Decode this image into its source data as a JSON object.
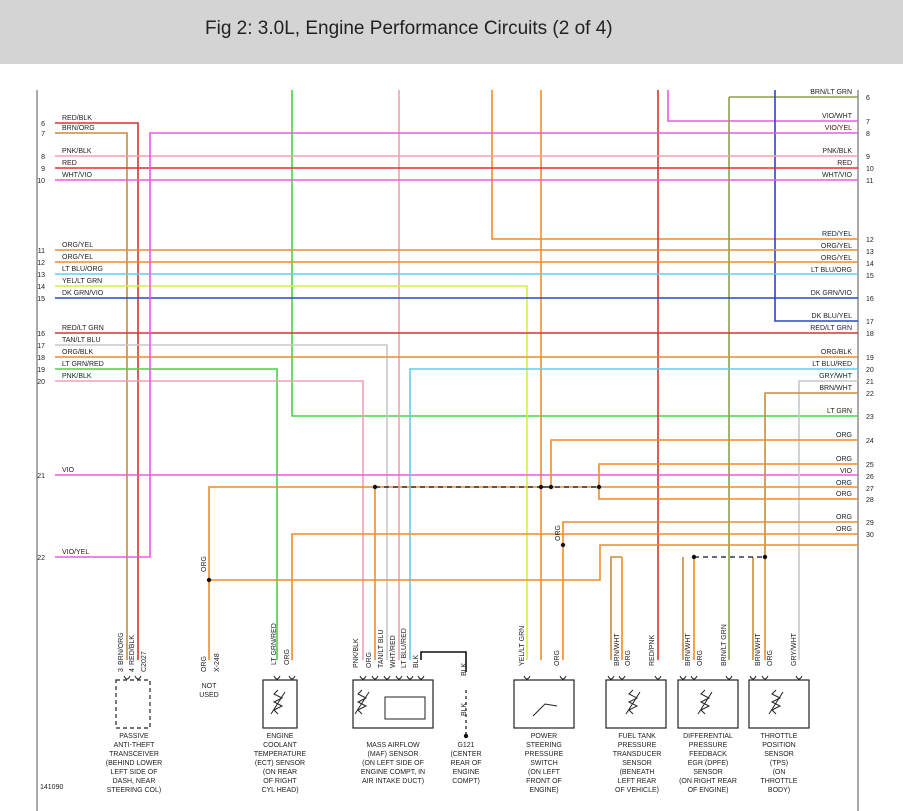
{
  "title": "Fig 2: 3.0L, Engine Performance Circuits (2 of 4)",
  "figure_id": "141090",
  "colors": {
    "title_bar": "#d4d4d4",
    "red": "#e03030",
    "orange": "#f08c28",
    "green": "#46d246",
    "magenta": "#e85ae0",
    "pink": "#f0a0b4",
    "light_blue": "#5ad2e6",
    "yellow_green": "#d2f046",
    "dark_blue": "#2a46c8",
    "brown": "#c88c3c",
    "olive": "#8ca050",
    "gray": "#c8c8c8",
    "black": "#111111"
  },
  "left_circuits": [
    {
      "num": "6",
      "label": "RED/BLK",
      "color": "red"
    },
    {
      "num": "7",
      "label": "BRN/ORG",
      "color": "brown"
    },
    {
      "num": "8",
      "label": "PNK/BLK",
      "color": "pink"
    },
    {
      "num": "9",
      "label": "RED",
      "color": "red"
    },
    {
      "num": "10",
      "label": "WHT/VIO",
      "color": "magenta"
    },
    {
      "num": "11",
      "label": "ORG/YEL",
      "color": "orange"
    },
    {
      "num": "12",
      "label": "ORG/YEL",
      "color": "orange"
    },
    {
      "num": "13",
      "label": "LT BLU/ORG",
      "color": "light_blue"
    },
    {
      "num": "14",
      "label": "YEL/LT GRN",
      "color": "yellow_green"
    },
    {
      "num": "15",
      "label": "DK GRN/VIO",
      "color": "dark_blue"
    },
    {
      "num": "16",
      "label": "RED/LT GRN",
      "color": "red"
    },
    {
      "num": "17",
      "label": "TAN/LT BLU",
      "color": "gray"
    },
    {
      "num": "18",
      "label": "ORG/BLK",
      "color": "orange"
    },
    {
      "num": "19",
      "label": "LT GRN/RED",
      "color": "green"
    },
    {
      "num": "20",
      "label": "PNK/BLK",
      "color": "pink"
    },
    {
      "num": "21",
      "label": "VIO",
      "color": "magenta"
    },
    {
      "num": "22",
      "label": "VIO/YEL",
      "color": "magenta"
    }
  ],
  "right_circuits": [
    {
      "num": "6",
      "label": "BRN/LT GRN",
      "color": "olive"
    },
    {
      "num": "7",
      "label": "VIO/WHT",
      "color": "magenta"
    },
    {
      "num": "8",
      "label": "VIO/YEL",
      "color": "magenta"
    },
    {
      "num": "9",
      "label": "PNK/BLK",
      "color": "pink"
    },
    {
      "num": "10",
      "label": "RED",
      "color": "red"
    },
    {
      "num": "11",
      "label": "WHT/VIO",
      "color": "magenta"
    },
    {
      "num": "12",
      "label": "RED/YEL",
      "color": "red"
    },
    {
      "num": "13",
      "label": "ORG/YEL",
      "color": "orange"
    },
    {
      "num": "14",
      "label": "ORG/YEL",
      "color": "orange"
    },
    {
      "num": "15",
      "label": "LT BLU/ORG",
      "color": "light_blue"
    },
    {
      "num": "16",
      "label": "DK GRN/VIO",
      "color": "dark_blue"
    },
    {
      "num": "17",
      "label": "DK BLU/YEL",
      "color": "dark_blue"
    },
    {
      "num": "18",
      "label": "RED/LT GRN",
      "color": "red"
    },
    {
      "num": "19",
      "label": "ORG/BLK",
      "color": "orange"
    },
    {
      "num": "20",
      "label": "LT BLU/RED",
      "color": "light_blue"
    },
    {
      "num": "21",
      "label": "GRY/WHT",
      "color": "gray"
    },
    {
      "num": "22",
      "label": "BRN/WHT",
      "color": "brown"
    },
    {
      "num": "23",
      "label": "LT GRN",
      "color": "green"
    },
    {
      "num": "24",
      "label": "ORG",
      "color": "orange"
    },
    {
      "num": "25",
      "label": "ORG",
      "color": "orange"
    },
    {
      "num": "26",
      "label": "VIO",
      "color": "magenta"
    },
    {
      "num": "27",
      "label": "ORG",
      "color": "orange"
    },
    {
      "num": "28",
      "label": "ORG",
      "color": "orange"
    },
    {
      "num": "29",
      "label": "ORG",
      "color": "orange"
    },
    {
      "num": "30",
      "label": "ORG",
      "color": "orange"
    }
  ],
  "pin_labels": {
    "pats_pin3": "3",
    "pats_wire1": "BRN/ORG",
    "pats_pin4": "4",
    "pats_wire2": "RED/BLK",
    "pats_conn": "C2027",
    "unused_wire": "ORG",
    "unused_conn": "X-248",
    "ect_wire1": "LT GRN/RED",
    "ect_wire2": "ORG",
    "maf_wire1": "PNK/BLK",
    "maf_wire2": "ORG",
    "maf_wire3": "TAN/LT BLU",
    "maf_wire4": "WHT/RED",
    "maf_wire5": "LT BLU/RED",
    "maf_wire6": "BLK",
    "g121_wire1": "BLK",
    "g121_wire2": "BLK",
    "psps_wire1": "YEL/LT GRN",
    "psps_wire2": "ORG",
    "ftpt_wire1": "BRN/WHT",
    "ftpt_wire2": "ORG",
    "ftpt_wire3": "RED/PNK",
    "dpfe_wire1": "BRN/WHT",
    "dpfe_wire2": "ORG",
    "dpfe_wire3": "BRN/LT GRN",
    "tps_wire1": "BRN/WHT",
    "tps_wire2": "ORG",
    "tps_wire3": "GRY/WHT",
    "org_a": "ORG",
    "org_b": "ORG"
  },
  "components": {
    "pats": [
      "PASSIVE",
      "ANTI-THEFT",
      "TRANSCEIVER",
      "(BEHIND LOWER",
      "LEFT SIDE OF",
      "DASH, NEAR",
      "STEERING COL)"
    ],
    "unused": [
      "NOT",
      "USED"
    ],
    "ect": [
      "ENGINE",
      "COOLANT",
      "TEMPERATURE",
      "(ECT) SENSOR",
      "(ON REAR",
      "OF RIGHT",
      "CYL HEAD)"
    ],
    "maf": [
      "MASS AIRFLOW",
      "(MAF) SENSOR",
      "(ON LEFT SIDE OF",
      "ENGINE COMPT, IN",
      "AIR INTAKE DUCT)"
    ],
    "g121": [
      "G121",
      "(CENTER",
      "REAR OF",
      "ENGINE",
      "COMPT)"
    ],
    "psps": [
      "POWER",
      "STEERING",
      "PRESSURE",
      "SWITCH",
      "(ON LEFT",
      "FRONT OF",
      "ENGINE)"
    ],
    "ftpt": [
      "FUEL TANK",
      "PRESSURE",
      "TRANSDUCER",
      "SENSOR",
      "(BENEATH",
      "LEFT REAR",
      "OF VEHICLE)"
    ],
    "dpfe": [
      "DIFFERENTIAL",
      "PRESSURE",
      "FEEDBACK",
      "EGR (DPFE)",
      "SENSOR",
      "(ON RIGHT REAR",
      "OF ENGINE)"
    ],
    "tps": [
      "THROTTLE",
      "POSITION",
      "SENSOR",
      "(TPS)",
      "(ON",
      "THROTTLE",
      "BODY)"
    ]
  }
}
